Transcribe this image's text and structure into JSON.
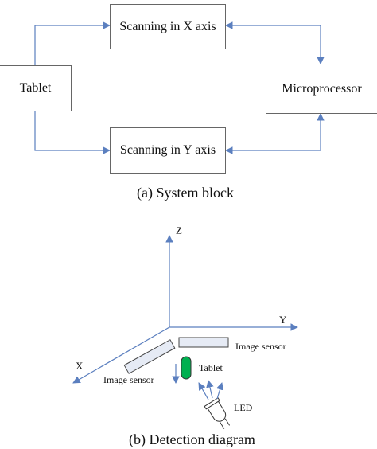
{
  "system_block": {
    "scan_x": "Scanning in X axis",
    "scan_y": "Scanning in Y axis",
    "tablet": "Tablet",
    "microprocessor": "Microprocessor",
    "caption": "(a) System block"
  },
  "detection": {
    "axis_z": "Z",
    "axis_y": "Y",
    "axis_x": "X",
    "image_sensor_right": "Image sensor",
    "image_sensor_left": "Image sensor",
    "tablet": "Tablet",
    "led": "LED",
    "caption": "(b) Detection diagram"
  },
  "colors": {
    "arrow": "#5b7fbf",
    "sensor_fill": "#e6ebf5",
    "tablet_fill": "#00b050"
  }
}
